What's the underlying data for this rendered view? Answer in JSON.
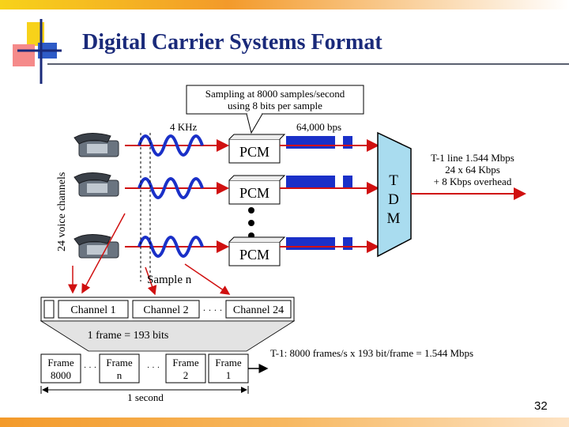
{
  "slide": {
    "title": "Digital Carrier Systems Format",
    "page_number": "32"
  },
  "diagram": {
    "sampling_note_line1": "Sampling at 8000 samples/second",
    "sampling_note_line2": "using 8 bits per sample",
    "freq_label": "4 KHz",
    "bitrate_label": "64,000 bps",
    "pcm_labels": [
      "PCM",
      "PCM",
      "PCM"
    ],
    "tdm_letters": [
      "T",
      "D",
      "M"
    ],
    "voice_channels_label": "24 voice channels",
    "t1_line1": "T-1 line 1.544 Mbps",
    "t1_line2": "24 x 64 Kbps",
    "t1_line3": "+ 8 Kbps overhead",
    "sample_label": "Sample n",
    "channels": [
      "Channel 1",
      "Channel 2",
      "Channel 24"
    ],
    "channel_ellipsis": "· · · ·",
    "frame_size_label": "1 frame = 193 bits",
    "frames": [
      {
        "top": "Frame",
        "bottom": "8000"
      },
      {
        "top": "Frame",
        "bottom": "n"
      },
      {
        "top": "Frame",
        "bottom": "2"
      },
      {
        "top": "Frame",
        "bottom": "1"
      }
    ],
    "frame_ellipsis": "· · ·",
    "t1_formula": "T-1: 8000 frames/s x 193 bit/frame = 1.544 Mbps",
    "one_second_label": "1 second"
  },
  "colors": {
    "title": "#1a2a7a",
    "wave_blue": "#1a30c8",
    "signal_red": "#d01010",
    "pcm_bits": "#1a30c8",
    "tdm_fill": "#a9dcef",
    "accent_orange": "#f39a2a",
    "accent_yellow": "#f7d21a",
    "accent_blue": "#2e5bc7"
  }
}
